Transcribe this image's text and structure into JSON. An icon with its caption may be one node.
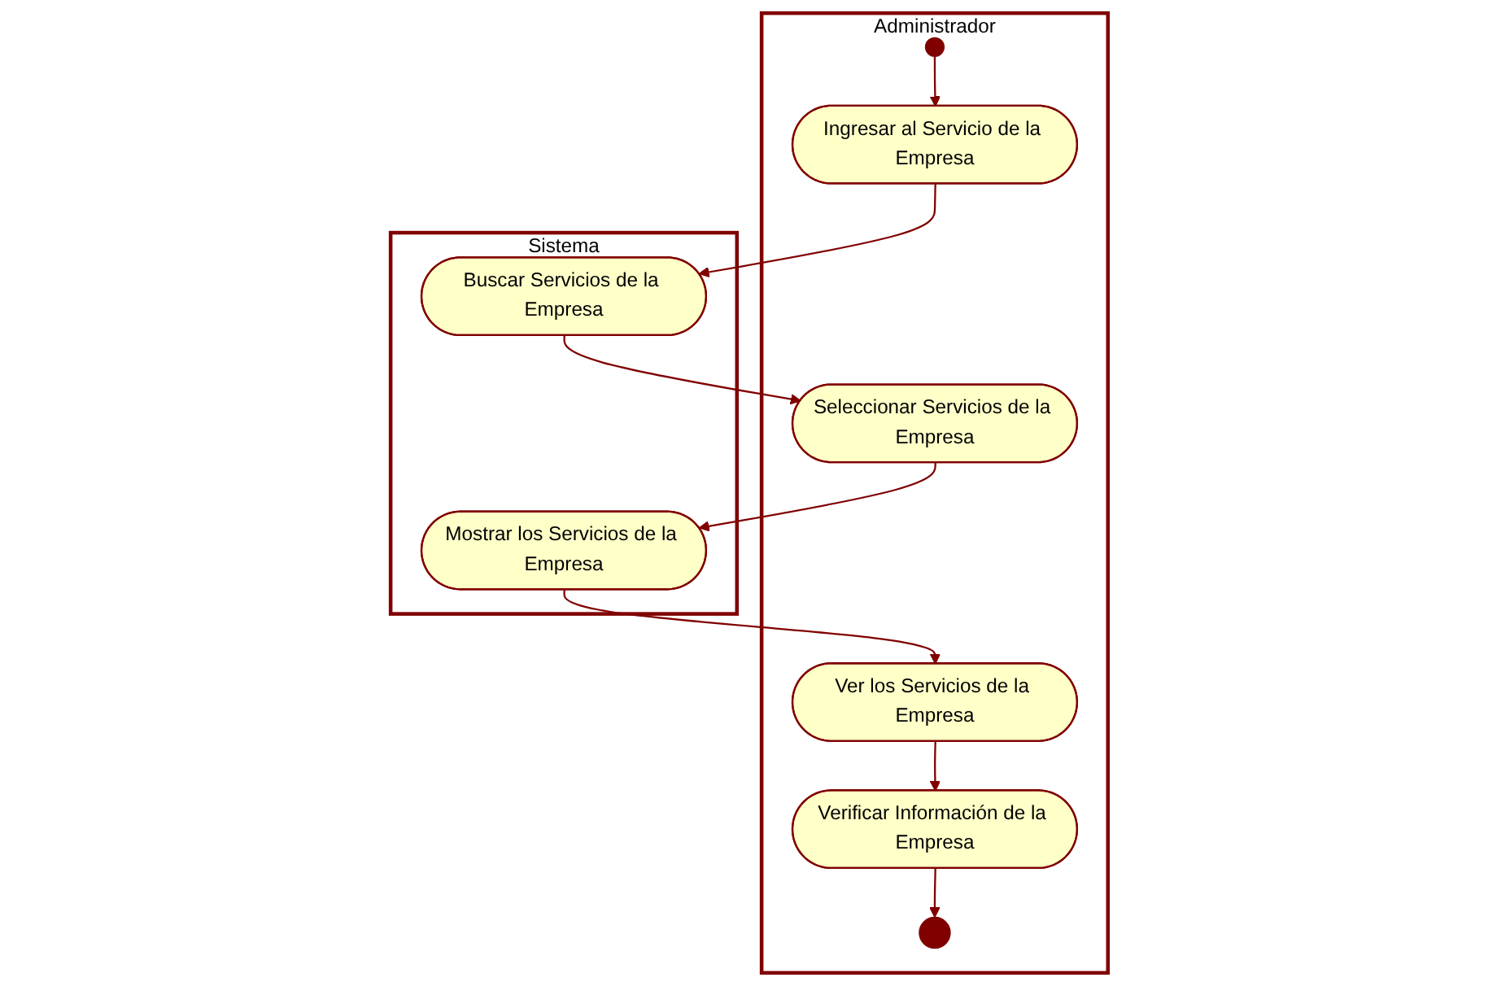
{
  "diagram": {
    "nodes": [
      {
        "text": [
          "Administrador"
        ]
      },
      {
        "text": [
          "Sistema"
        ]
      },
      {
        "text": [],
        "shape": "circle",
        "in": 0
      },
      {
        "text": [
          "Ingresar al Servicio de la Empresa"
        ],
        "in": 0
      },
      {
        "text": [
          "Buscar Servicios de la Empresa"
        ],
        "in": 1
      },
      {
        "text": [
          "Seleccionar Servicios de la Empresa"
        ],
        "in": 0
      },
      {
        "text": [
          "Mostrar los Servicios de la Empresa"
        ],
        "in": 1
      },
      {
        "text": [
          "Ver los Servicios de la Empresa"
        ],
        "in": 0
      },
      {
        "text": [
          "Verificar Información de la Empresa"
        ],
        "in": 0
      },
      {
        "text": [],
        "shape": "bullseye",
        "in": 0
      }
    ],
    "edges": [
      {
        "from": 2,
        "to": 3,
        "arrow": "to"
      },
      {
        "from": 3,
        "to": 4,
        "arrow": "to"
      },
      {
        "from": 4,
        "to": 5,
        "arrow": "to"
      },
      {
        "from": 5,
        "to": 6,
        "arrow": "to"
      },
      {
        "from": 6,
        "to": 7,
        "arrow": "to"
      },
      {
        "from": 7,
        "to": 8,
        "arrow": "to"
      },
      {
        "from": 8,
        "to": 9,
        "arrow": "to"
      }
    ]
  }
}
